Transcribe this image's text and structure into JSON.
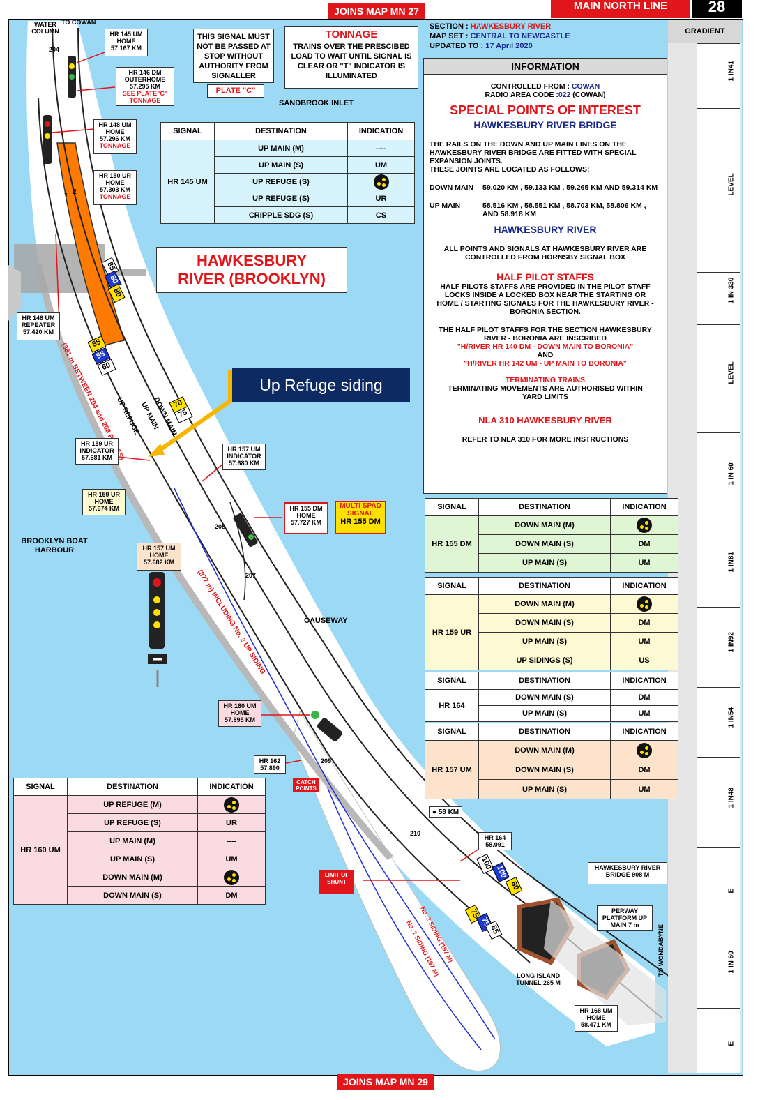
{
  "header": {
    "joins_top": "JOINS MAP MN 27",
    "joins_bottom": "JOINS MAP MN 29",
    "line_name": "MAIN NORTH LINE",
    "page_number": "28"
  },
  "meta": {
    "section_label": "SECTION : ",
    "section_value": "HAWKESBURY RIVER",
    "mapset_label": "MAP SET : ",
    "mapset_value": "CENTRAL TO NEWCASTLE",
    "updated_label": "UPDATED TO : ",
    "updated_value": "17 April 2020"
  },
  "gradient": {
    "title": "GRADIENT",
    "segments": [
      "1 IN41",
      "LEVEL",
      "1 IN 330",
      "LEVEL",
      "1 IN 60",
      "1 IN81",
      "1 IN92",
      "1 IN54",
      "1 IN48",
      "E",
      "1 IN 60",
      "E"
    ]
  },
  "info": {
    "title": "INFORMATION",
    "controlled_label": "CONTROLLED FROM : ",
    "controlled_value": "COWAN",
    "radio_label": "RADIO AREA CODE :",
    "radio_code": "022",
    "radio_value": " (COWAN)",
    "spi_title": "SPECIAL POINTS OF INTEREST",
    "bridge_title": "HAWKESBURY RIVER BRIDGE",
    "bridge_text": "THE RAILS ON THE DOWN AND UP MAIN LINES ON THE HAWKESBURY RIVER BRIDGE ARE FITTED WITH SPECIAL EXPANSION JOINTS.",
    "bridge_text2": "THESE JOINTS ARE LOCATED AS FOLLOWS:",
    "down_main_label": "DOWN MAIN",
    "down_main_value": "59.020 KM , 59.133 KM , 59.265 KM AND 59.314 KM",
    "up_main_label": "UP MAIN",
    "up_main_value": "58.516 KM , 58.551 KM , 58.703 KM, 58.806 KM , AND 58.918 KM",
    "hr_title": "HAWKESBURY RIVER",
    "hr_text": "ALL POINTS AND SIGNALS AT HAWKESBURY RIVER ARE CONTROLLED FROM HORNSBY SIGNAL BOX",
    "hps_title": "HALF PILOT STAFFS",
    "hps_text": "HALF PILOTS STAFFS ARE PROVIDED IN THE PILOT STAFF LOCKS INSIDE A LOCKED BOX NEAR THE STARTING OR HOME / STARTING SIGNALS FOR THE HAWKESBURY RIVER - BORONIA SECTION.",
    "hps_text2": "THE HALF PILOT STAFFS FOR THE SECTION HAWKESBURY RIVER - BORONIA ARE INSCRIBED",
    "hps_red1": "\"H/RIVER HR 140 DM - DOWN MAIN TO BORONIA\"",
    "hps_and": "AND",
    "hps_red2": "\"H/RIVER HR 142 UM - UP MAIN TO BORONIA\"",
    "term_title": "TERMINATING TRAINS",
    "term_text": "TERMINATING MOVEMENTS ARE AUTHORISED WITHIN YARD LIMITS",
    "nla_title": "NLA 310 HAWKESBURY RIVER",
    "nla_text": "REFER TO NLA 310 FOR MORE INSTRUCTIONS"
  },
  "notices": {
    "signal_notice": "THIS SIGNAL MUST NOT BE PASSED AT STOP WITHOUT AUTHORITY FROM SIGNALLER",
    "plate": "PLATE \"C\"",
    "tonnage_title": "TONNAGE",
    "tonnage_text": "TRAINS OVER THE PRESCIBED LOAD TO WAIT UNTIL SIGNAL IS CLEAR OR \"T\" INDICATOR IS ILLUMINATED",
    "place_name": "HAWKESBURY RIVER (BROOKLYN)",
    "callout": "Up Refuge siding",
    "multi_spad": "MULTI SPAD SIGNAL",
    "multi_spad_sig": "HR 155 DM"
  },
  "labels": {
    "water_column": "WATER COLUMN",
    "to_cowan": "TO COWAN",
    "sandbrook": "SANDBROOK INLET",
    "boat_harbour": "BROOKLYN BOAT HARBOUR",
    "causeway": "CAUSEWAY",
    "km58": "58 KM",
    "bridge": "HAWKESBURY RIVER BRIDGE 908 M",
    "perway": "PERWAY PLATFORM UP MAIN 7 m",
    "tunnel": "LONG ISLAND TUNNEL 265 M",
    "to_wondabyne": "TO WONDABYNE",
    "catch_points": "CATCH POINTS",
    "limit_shunt": "LIMIT OF SHUNT",
    "track_381": "(381 m BETWEEN 204 and 208 POINTS)",
    "track_877": "(877 m) INCLUDING No. 2 UP SIDING",
    "track_upref": "UP REFUGE",
    "track_upmain": "UP MAIN",
    "track_downmain": "DOWN MAIN",
    "no2_siding": "No. 2 SIDING (197 M)",
    "no1_siding": "No. 1 SIDING (197 M)",
    "pts_204": "204",
    "pts_207": "207",
    "pts_208": "208",
    "pts_209": "209",
    "pts_210": "210",
    "road1": "1",
    "road2": "2",
    "sp_85a": "85",
    "sp_80a": "80",
    "sp_80b": "80",
    "sp_55a": "55",
    "sp_55b": "55",
    "sp_60": "60",
    "sp_70": "70",
    "sp_75a": "75",
    "sp_100": "100",
    "sp_100b": "100",
    "sp_80c": "80",
    "sp_75b": "75",
    "sp_75c": "75",
    "sp_85b": "85"
  },
  "signals": {
    "hr145": [
      "HR 145 UM",
      "HOME",
      "57.167 KM"
    ],
    "hr146": [
      "HR 146 DM",
      "OUTERHOME",
      "57.295 KM",
      "SEE PLATE\"C\"",
      "TONNAGE"
    ],
    "hr148": [
      "HR 148 UM",
      "HOME",
      "57.296 KM",
      "TONNAGE"
    ],
    "hr150": [
      "HR 150 UR",
      "HOME",
      "57.303 KM",
      "TONNAGE"
    ],
    "hr148r": [
      "HR 148 UM",
      "REPEATER",
      "57.420 KM"
    ],
    "hr159i": [
      "HR 159 UR",
      "INDICATOR",
      "57.681 KM"
    ],
    "hr157i": [
      "HR 157 UM",
      "INDICATOR",
      "57.680 KM"
    ],
    "hr159h": [
      "HR 159 UR",
      "HOME",
      "57.674 KM"
    ],
    "hr155": [
      "HR 155 DM",
      "HOME",
      "57.727 KM"
    ],
    "hr157h": [
      "HR 157 UM",
      "HOME",
      "57.682 KM"
    ],
    "hr160": [
      "HR 160 UM",
      "HOME",
      "57.895 KM"
    ],
    "hr162": [
      "HR 162",
      "57.890"
    ],
    "hr164": [
      "HR 164",
      "58.091"
    ],
    "hr168": [
      "HR 168 UM",
      "HOME",
      "58.471 KM"
    ]
  },
  "tables": {
    "headers": [
      "SIGNAL",
      "DESTINATION",
      "INDICATION"
    ],
    "hr145": {
      "signal": "HR 145 UM",
      "rows": [
        [
          "UP MAIN (M)",
          "----"
        ],
        [
          "UP MAIN (S)",
          "UM"
        ],
        [
          "UP REFUGE (S)",
          "route-indicator-icon"
        ],
        [
          "UP REFUGE (S)",
          "UR"
        ],
        [
          "CRIPPLE SDG (S)",
          "CS"
        ]
      ]
    },
    "hr155": {
      "signal": "HR 155 DM",
      "rows": [
        [
          "DOWN MAIN (M)",
          "route-indicator-icon"
        ],
        [
          "DOWN MAIN (S)",
          "DM"
        ],
        [
          "UP MAIN (S)",
          "UM"
        ]
      ]
    },
    "hr159": {
      "signal": "HR 159 UR",
      "rows": [
        [
          "DOWN MAIN (M)",
          "route-indicator-icon"
        ],
        [
          "DOWN MAIN (S)",
          "DM"
        ],
        [
          "UP MAIN (S)",
          "UM"
        ],
        [
          "UP SIDINGS (S)",
          "US"
        ]
      ]
    },
    "hr164": {
      "signal": "HR 164",
      "rows": [
        [
          "DOWN MAIN (S)",
          "DM"
        ],
        [
          "UP MAIN (S)",
          "UM"
        ]
      ]
    },
    "hr157": {
      "signal": "HR 157 UM",
      "rows": [
        [
          "DOWN MAIN (M)",
          "route-indicator-icon"
        ],
        [
          "DOWN MAIN (S)",
          "DM"
        ],
        [
          "UP MAIN (S)",
          "UM"
        ]
      ]
    },
    "hr160": {
      "signal": "HR 160 UM",
      "rows": [
        [
          "UP REFUGE (M)",
          "route-indicator-icon"
        ],
        [
          "UP REFUGE (S)",
          "UR"
        ],
        [
          "UP MAIN (M)",
          "----"
        ],
        [
          "UP MAIN (S)",
          "UM"
        ],
        [
          "DOWN MAIN (M)",
          "route-indicator-icon"
        ],
        [
          "DOWN MAIN (S)",
          "DM"
        ]
      ]
    }
  },
  "colors": {
    "water": "#9bd9f5",
    "land": "#ffffff",
    "accent_red": "#e0161b",
    "accent_navy": "#1b2a8a",
    "platform_orange": "#ff7a00",
    "callout_navy": "#0d2a63",
    "callout_arrow": "#f7b500",
    "table_blue": "#d7f3fb",
    "table_green": "#dff5d3",
    "table_yellow": "#fdf9d2",
    "table_peach": "#fde3cb",
    "table_pink": "#fbdbe2"
  }
}
